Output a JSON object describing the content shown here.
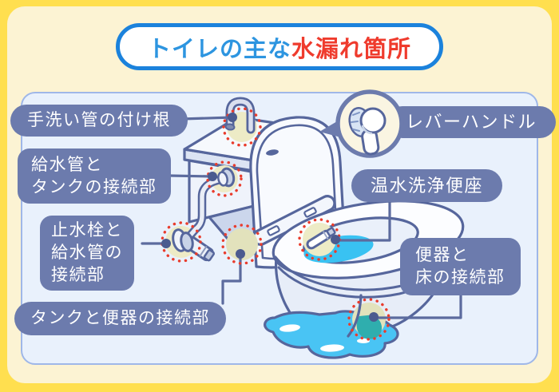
{
  "title": {
    "highlight_blue": "トイレの主な",
    "highlight_red": "水漏れ箇所"
  },
  "labels": {
    "hand_wash_pipe_base": "手洗い管の付け根",
    "supply_tank": {
      "line1": "給水管と",
      "line2": "タンクの接続部"
    },
    "stop_valve": {
      "line1": "止水栓と",
      "line2": "給水管の",
      "line3": "接続部"
    },
    "tank_bowl": "タンクと便器の接続部",
    "lever_handle": "レバーハンドル",
    "washlet_seat": "温水洗浄便座",
    "bowl_floor": {
      "line1": "便器と",
      "line2": "床の接続部"
    }
  },
  "icons": {
    "lever_detail": "lever-handle-icon",
    "leak_marker": "red-dotted-circle-icon",
    "puddle": "water-puddle-icon"
  },
  "colors": {
    "frame_yellow": "#FFDF4F",
    "background_cream": "#FCF3D3",
    "panel_blue": "#E9F1FC",
    "panel_border": "#9FB7E8",
    "label_bg": "#6C7BAD",
    "label_text": "#FFFFFF",
    "title_blue": "#2D95E0",
    "title_red": "#EF3B2D",
    "title_border": "#1B82DC",
    "outline_slate": "#56669C",
    "water_blue": "#3CC3F2",
    "leak_spot_teal": "#2FAEAE",
    "leak_highlight": "#EDEBC6",
    "leak_ring_red": "#E93C2C"
  }
}
